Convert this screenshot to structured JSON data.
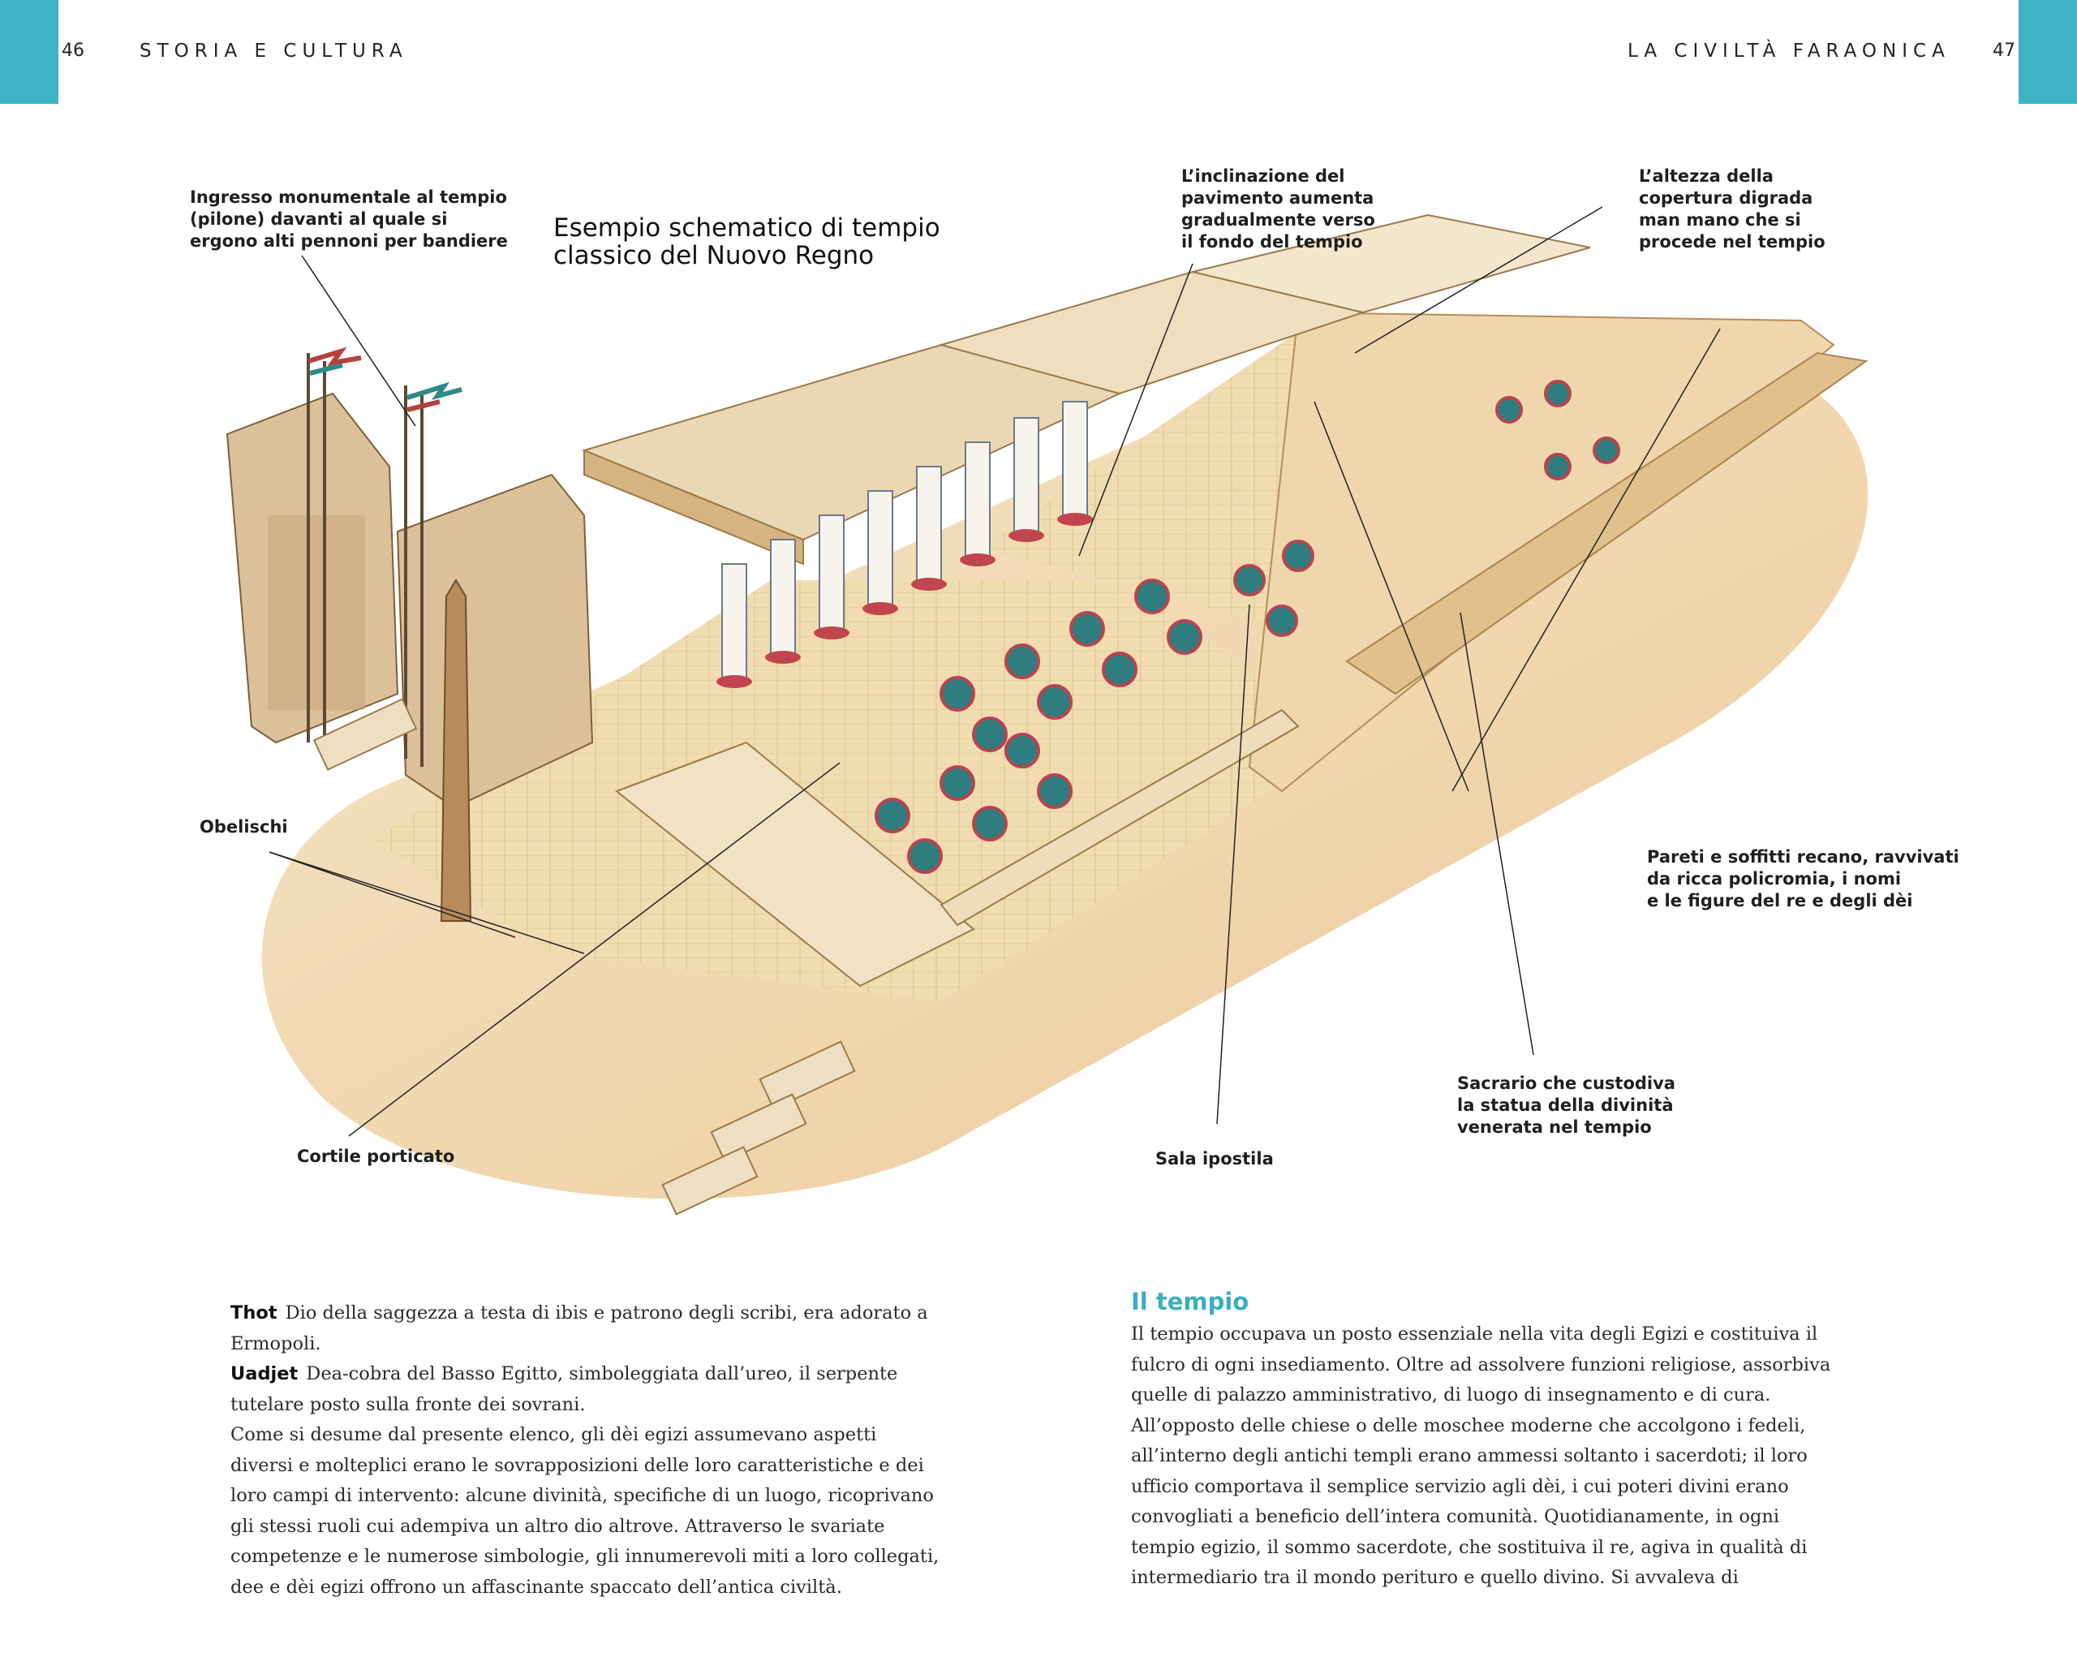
{
  "header": {
    "left_page_number": "46",
    "left_running_head": "STORIA E CULTURA",
    "right_running_head": "LA CIVILTÀ FARAONICA",
    "right_page_number": "47",
    "accent_color": "#3db3c4"
  },
  "illustration": {
    "title": "Esempio schematico di tempio\nclassico del Nuovo Regno",
    "callouts": {
      "pylon": "Ingresso monumentale al tempio\n(pilone) davanti al quale si\nergono alti pennoni per bandiere",
      "floor": "L’inclinazione del\npavimento aumenta\ngradualmente verso\nil fondo del tempio",
      "roof": "L’altezza della\ncopertura digrada\nman mano che si\nprocede nel tempio",
      "obelisks": "Obelischi",
      "walls": "Pareti e soffitti recano, ravvivati\nda ricca policromia, i nomi\ne le figure del re e degli dèi",
      "sanctuary": "Sacrario che custodiva\nla statua della divinità\nvenerata nel tempio",
      "courtyard": "Cortile porticato",
      "hypostyle": "Sala ipostila"
    }
  },
  "left_column": {
    "entries": [
      {
        "term": "Thot",
        "text": "Dio della saggezza a testa di ibis e patrono degli scribi, era adorato a Ermopoli."
      },
      {
        "term": "Uadjet",
        "text": "Dea-cobra del Basso Egitto, simboleggiata dall’ureo, il serpente tutelare posto sulla fronte dei sovrani."
      }
    ],
    "paragraph": "Come si desume dal presente elenco, gli dèi egizi assumevano aspetti diversi e molteplici erano le sovrapposizioni delle loro caratteristiche e dei loro campi di intervento: alcune divinità, specifiche di un luogo, ricoprivano gli stessi ruoli cui adempiva un altro dio altrove. Attraverso le svariate competenze e le numerose simbologie, gli innumerevoli miti a loro collegati, dee e dèi egizi offrono un affascinante spaccato dell’antica civiltà."
  },
  "right_column": {
    "heading": "Il tempio",
    "paragraph": "Il tempio occupava un posto essenziale nella vita degli Egizi e costituiva il fulcro di ogni insediamento. Oltre ad assolvere funzioni religiose, assorbiva quelle di palazzo amministrativo, di luogo di insegnamento e di cura. All’opposto delle chiese o delle moschee moderne che accolgono i fedeli, all’interno degli antichi templi erano ammessi soltanto i sacerdoti; il loro ufficio comportava il semplice servizio agli dèi, i cui poteri divini erano convogliati a beneficio dell’intera comunità. Quotidianamente, in ogni tempio egizio, il sommo sacerdote, che sostituiva il re, agiva in qualità di intermediario tra il mondo perituro e quello divino. Si avvaleva di"
  }
}
